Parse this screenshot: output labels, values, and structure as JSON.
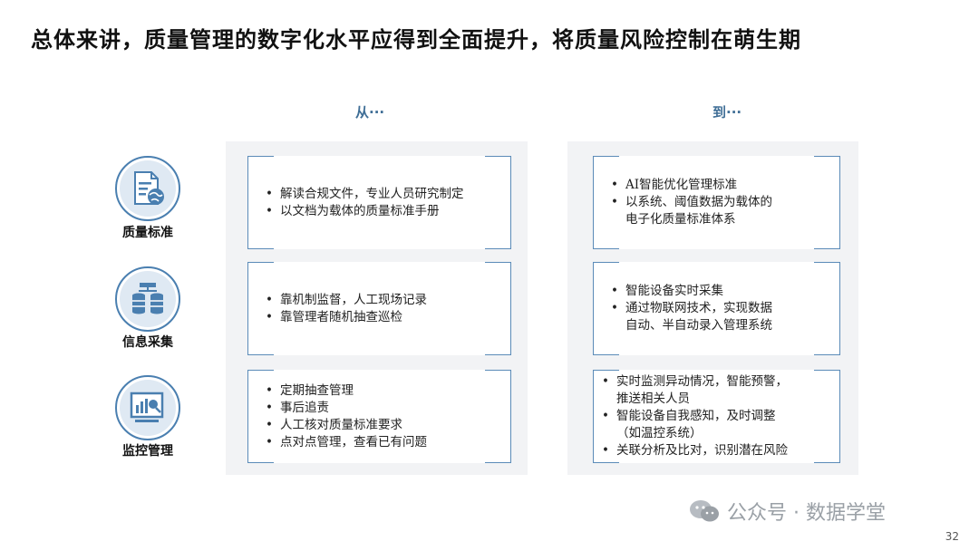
{
  "title": "总体来讲，质量管理的数字化水平应得到全面提升，将质量风险控制在萌生期",
  "from_label": "从···",
  "to_label": "到···",
  "rows": [
    {
      "label": "质量标准",
      "icon": "document-globe-icon",
      "from": [
        "解读合规文件，专业人员研究制定",
        "以文档为载体的质量标准手册"
      ],
      "to": [
        "AI智能优化管理标准",
        "以系统、阈值数据为载体的",
        "电子化质量标准体系"
      ]
    },
    {
      "label": "信息采集",
      "icon": "database-icon",
      "from": [
        "靠机制监督，人工现场记录",
        "靠管理者随机抽查巡检"
      ],
      "to": [
        "智能设备实时采集",
        "通过物联网技术，实现数据",
        "自动、半自动录入管理系统"
      ]
    },
    {
      "label": "监控管理",
      "icon": "monitor-chart-icon",
      "from": [
        "定期抽查管理",
        "事后追责",
        "人工核对质量标准要求",
        "点对点管理，查看已有问题"
      ],
      "to": [
        "实时监测异动情况，智能预警，",
        "推送相关人员",
        "智能设备自我感知，及时调整",
        "（如温控系统）",
        "关联分析及比对，识别潜在风险"
      ]
    }
  ],
  "watermark": "公众号 · 数据学堂",
  "page_number": "32",
  "colors": {
    "accent": "#4a7fb0",
    "panel_bg": "#f2f3f5",
    "head_text": "#3f6e96"
  }
}
